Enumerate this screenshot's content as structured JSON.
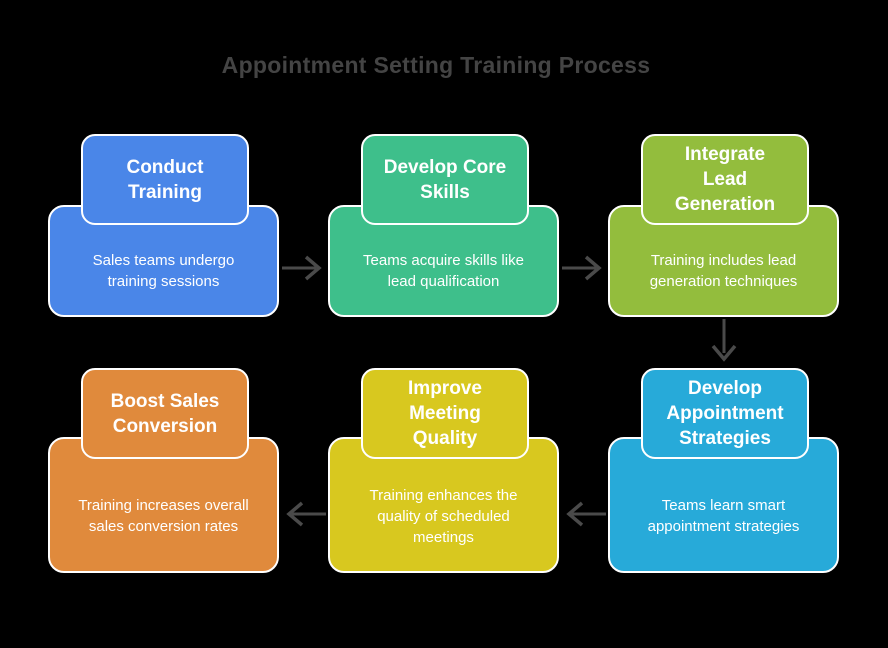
{
  "title": "Appointment Setting Training Process",
  "colors": {
    "background": "#000000",
    "title_text": "#444444",
    "arrow": "#4a4a4a",
    "card_text": "#ffffff",
    "card_border": "#ffffff"
  },
  "cards": [
    {
      "id": "conduct-training",
      "title": "Conduct\nTraining",
      "description": "Sales teams undergo\ntraining sessions",
      "color": "#4a86e8"
    },
    {
      "id": "develop-core-skills",
      "title": "Develop Core\nSkills",
      "description": "Teams acquire skills like\nlead qualification",
      "color": "#3ebf8b"
    },
    {
      "id": "integrate-lead-generation",
      "title": "Integrate\nLead\nGeneration",
      "description": "Training includes lead\ngeneration techniques",
      "color": "#93bd3d"
    },
    {
      "id": "develop-appointment-strategies",
      "title": "Develop\nAppointment\nStrategies",
      "description": "Teams learn smart\nappointment strategies",
      "color": "#27aad9"
    },
    {
      "id": "improve-meeting-quality",
      "title": "Improve\nMeeting\nQuality",
      "description": "Training enhances the\nquality of scheduled\nmeetings",
      "color": "#d8c81f"
    },
    {
      "id": "boost-sales-conversion",
      "title": "Boost Sales\nConversion",
      "description": "Training increases overall\nsales conversion rates",
      "color": "#e08a3c"
    }
  ],
  "arrows": [
    {
      "from": "conduct-training",
      "to": "develop-core-skills",
      "direction": "right"
    },
    {
      "from": "develop-core-skills",
      "to": "integrate-lead-generation",
      "direction": "right"
    },
    {
      "from": "integrate-lead-generation",
      "to": "develop-appointment-strategies",
      "direction": "down"
    },
    {
      "from": "develop-appointment-strategies",
      "to": "improve-meeting-quality",
      "direction": "left"
    },
    {
      "from": "improve-meeting-quality",
      "to": "boost-sales-conversion",
      "direction": "left"
    }
  ]
}
